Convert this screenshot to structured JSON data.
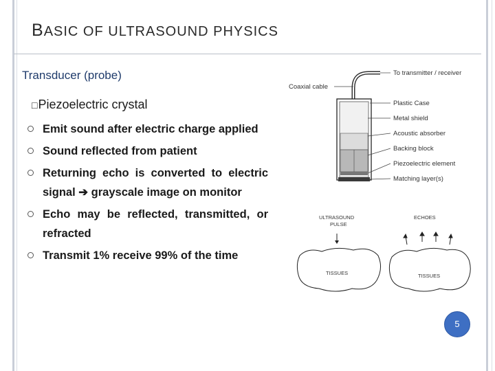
{
  "slide": {
    "title_first_letter": "B",
    "title_rest": "ASIC OF ULTRASOUND PHYSICS",
    "subtitle": "Transducer (probe)",
    "section_marker": "□",
    "section": "Piezoelectric crystal",
    "bullets": [
      {
        "text": "Emit sound after electric charge applied"
      },
      {
        "text": "Sound reflected from patient"
      },
      {
        "text_before": "Returning echo is converted to electric signal ",
        "arrow": "➔",
        "text_after": " grayscale image on monitor"
      },
      {
        "text": "Echo may be reflected, transmitted, or refracted"
      },
      {
        "text": "Transmit 1% receive 99% of the time"
      }
    ],
    "page_number": "5"
  },
  "figure_top": {
    "labels": {
      "transmitter": "To transmitter / receiver",
      "cable": "Coaxial cable",
      "case": "Plastic Case",
      "shield": "Metal shield",
      "absorber": "Acoustic absorber",
      "backing": "Backing block",
      "element": "Piezoelectric element",
      "matching": "Matching layer(s)"
    }
  },
  "figure_bottom": {
    "labels": {
      "pulse_line1": "ULTRASOUND",
      "pulse_line2": "PULSE",
      "echoes": "ECHOES",
      "tissues_left": "TISSUES",
      "tissues_right": "TISSUES"
    }
  }
}
